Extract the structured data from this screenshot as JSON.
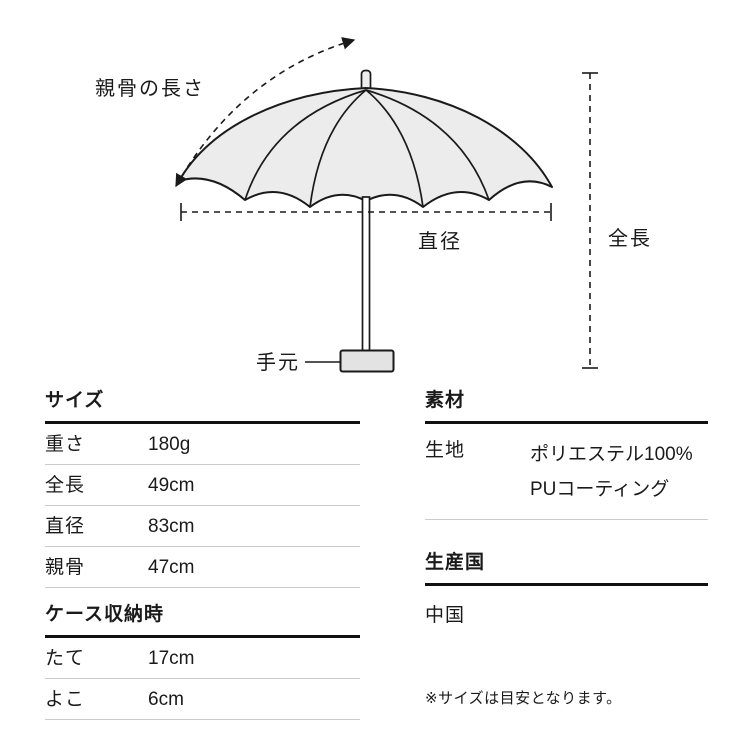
{
  "colors": {
    "ink": "#1a1a1a",
    "canopy_fill": "#ececec",
    "divider": "#cccccc"
  },
  "diagram": {
    "labels": {
      "rib_length": "親骨の長さ",
      "diameter": "直径",
      "total_length": "全長",
      "handle": "手元"
    }
  },
  "specs": {
    "size": {
      "title": "サイズ",
      "rows": [
        {
          "label": "重さ",
          "value": "180g"
        },
        {
          "label": "全長",
          "value": "49cm"
        },
        {
          "label": "直径",
          "value": "83cm"
        },
        {
          "label": "親骨",
          "value": "47cm"
        }
      ]
    },
    "case": {
      "title": "ケース収納時",
      "rows": [
        {
          "label": "たて",
          "value": "17cm"
        },
        {
          "label": "よこ",
          "value": "6cm"
        }
      ]
    },
    "material": {
      "title": "素材",
      "rows": [
        {
          "label": "生地",
          "value": "ポリエステル100%",
          "value2": "PUコーティング"
        }
      ]
    },
    "country": {
      "title": "生産国",
      "value": "中国"
    },
    "note": "※サイズは目安となります。"
  }
}
